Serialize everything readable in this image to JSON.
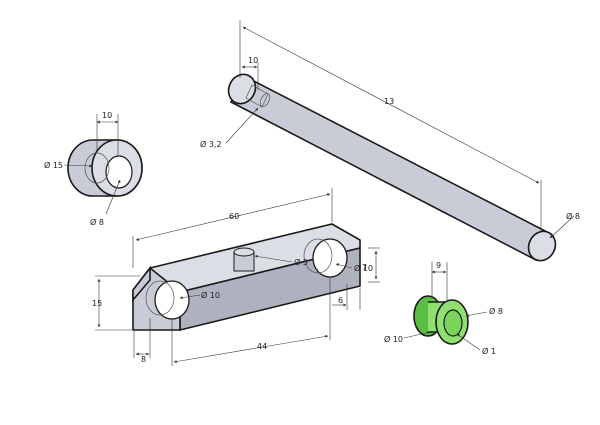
{
  "colors": {
    "part_fill": "#c9ccd6",
    "part_fill_dark": "#aeb2bf",
    "part_fill_light": "#dcdee5",
    "bushing_fill": "#8fe06f",
    "bushing_fill_dark": "#5cbf45",
    "outline": "#1a1a1a",
    "dimension": "#333333"
  },
  "rod": {
    "dim_offset": "10",
    "dim_length": "13",
    "dim_hole": "Ø 3,2",
    "dim_diameter": "Ø 8"
  },
  "ring": {
    "dim_width": "10",
    "dim_outer": "Ø 15",
    "dim_inner": "Ø 8"
  },
  "block": {
    "dim_length": "60",
    "dim_height": "15",
    "dim_end": "8",
    "dim_spacing": "44",
    "dim_pin": "Ø 5",
    "dim_hole": "Ø 10",
    "dim_hole_right": "Ø 10",
    "dim_depth": "7",
    "dim_edge": "6"
  },
  "bushing": {
    "dim_width": "9",
    "dim_outer": "Ø 10",
    "dim_flange": "Ø 8",
    "dim_inner": "Ø 1"
  }
}
